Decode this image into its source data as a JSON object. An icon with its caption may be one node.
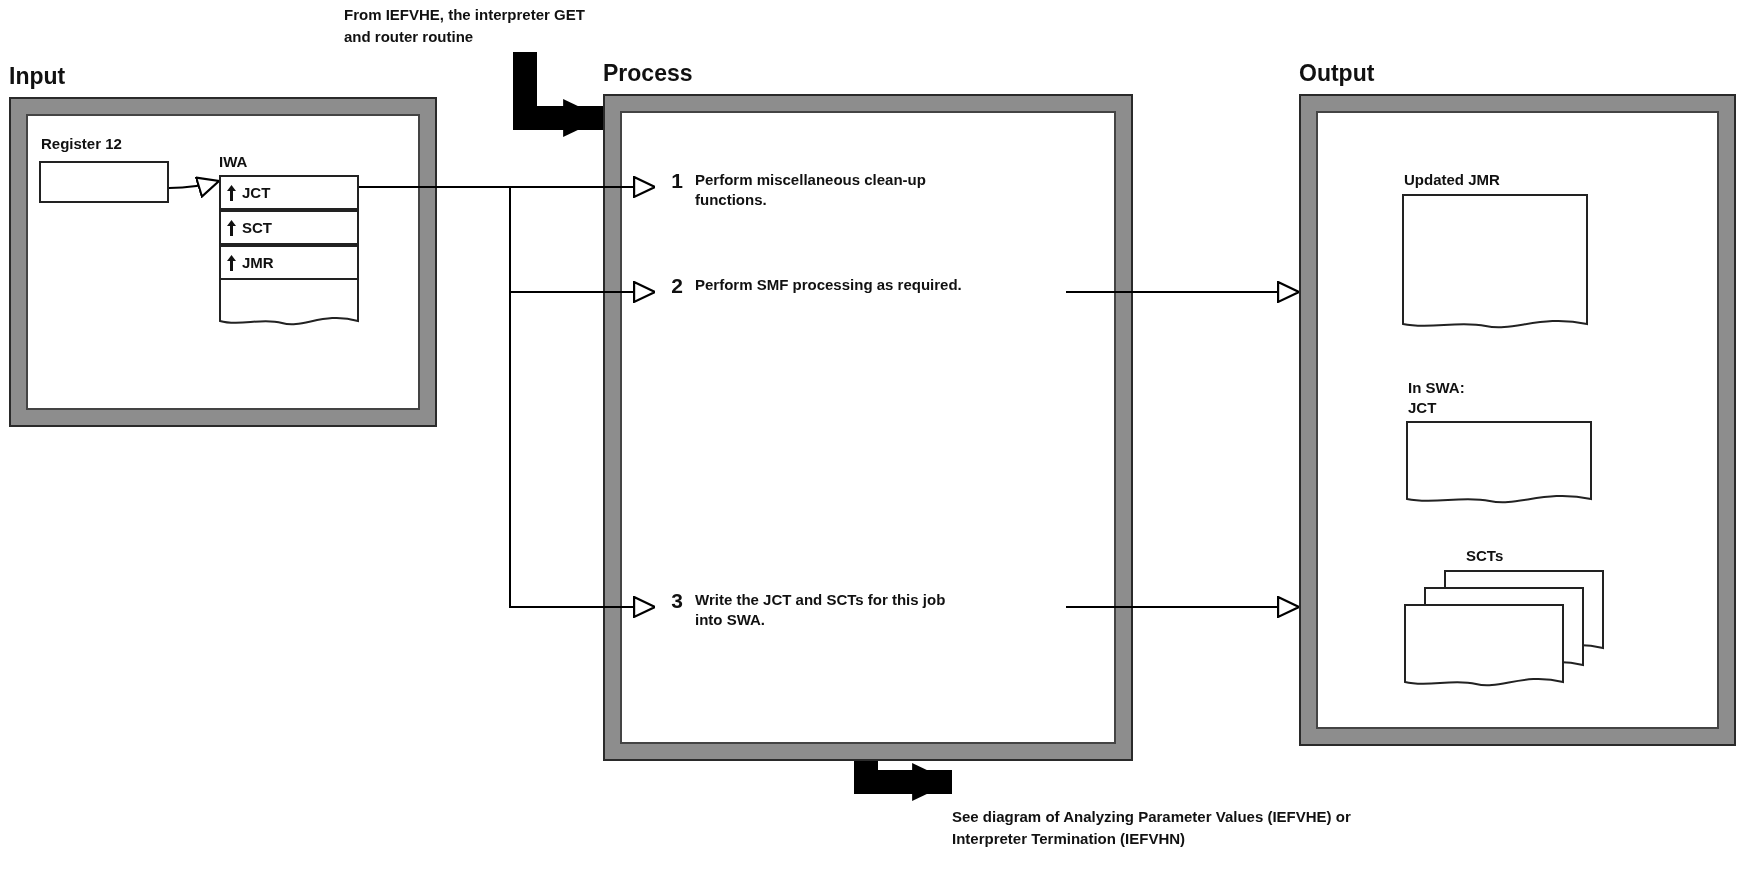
{
  "diagram": {
    "nodes": [
      {
        "text": [
          "From IEFVHE, the interpreter GET and router routine"
        ]
      },
      {
        "text": [
          "Input"
        ]
      },
      {
        "text": [
          "Register 12"
        ],
        "in": 1
      },
      {
        "text": [
          "IWA"
        ],
        "in": 1
      },
      {
        "text": [
          "JCT"
        ],
        "in": 3
      },
      {
        "text": [
          "SCT"
        ],
        "in": 3
      },
      {
        "text": [
          "JMR"
        ],
        "in": 3
      },
      {
        "text": [
          "Process"
        ]
      },
      {
        "text": [
          "1",
          "Perform miscellaneous clean-up functions."
        ],
        "in": 7
      },
      {
        "text": [
          "2",
          "Perform SMF processing as required."
        ],
        "in": 7
      },
      {
        "text": [
          "3",
          "Write the JCT and SCTs for this job into SWA."
        ],
        "in": 7
      },
      {
        "text": [
          "Output"
        ]
      },
      {
        "text": [
          "Updated JMR"
        ],
        "in": 11
      },
      {
        "text": [
          "In SWA: JCT"
        ],
        "in": 11
      },
      {
        "text": [
          "SCTs"
        ],
        "in": 11
      },
      {
        "text": [
          "See diagram of Analyzing Parameter Values (IEFVHE) or Interpreter Termination (IEFVHN)"
        ]
      }
    ],
    "edges": [
      {
        "from": 0,
        "to": 7,
        "arrow": "to",
        "style": "thick"
      },
      {
        "from": 2,
        "to": 3,
        "arrow": "to"
      },
      {
        "from": 3,
        "to": 8,
        "arrow": "to"
      },
      {
        "from": 3,
        "to": 9,
        "arrow": "to"
      },
      {
        "from": 3,
        "to": 10,
        "arrow": "to"
      },
      {
        "from": 9,
        "to": 11,
        "arrow": "to"
      },
      {
        "from": 10,
        "to": 11,
        "arrow": "to"
      },
      {
        "from": 7,
        "to": 15,
        "arrow": "to",
        "style": "thick"
      }
    ]
  }
}
